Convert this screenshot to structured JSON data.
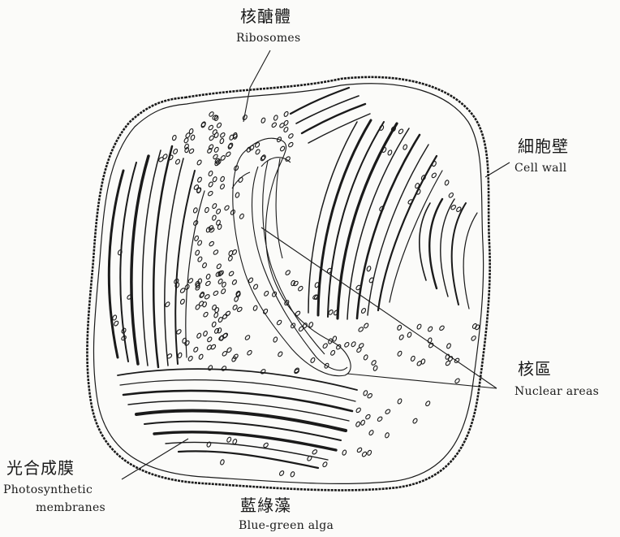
{
  "labels": {
    "ribosomes": {
      "zh": "核醣體",
      "en": "Ribosomes"
    },
    "cell_wall": {
      "zh": "細胞壁",
      "en": "Cell wall"
    },
    "nuclear_areas": {
      "zh": "核區",
      "en": "Nuclear areas"
    },
    "photosynthetic": {
      "zh": "光合成膜",
      "en_line1": "Photosynthetic",
      "en_line2": "membranes"
    },
    "organism": {
      "zh": "藍綠藻",
      "en": "Blue-green alga"
    }
  },
  "colors": {
    "ink": "#1a1a1a",
    "paper": "#fbfbf9"
  }
}
